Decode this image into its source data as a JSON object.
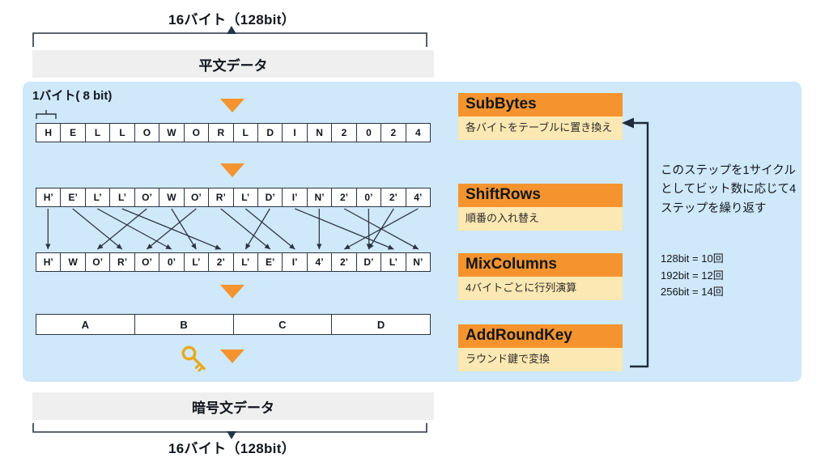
{
  "diagram": {
    "top_caption": "16バイト（128bit）",
    "bottom_caption": "16バイト（128bit）",
    "plaintext_bar_label": "平文データ",
    "ciphertext_bar_label": "暗号文データ",
    "byte_unit_label": "1バイト( 8 bit)",
    "colors": {
      "panel_background": "#cfe8fa",
      "bar_background": "#efefef",
      "step_header": "#f5942e",
      "step_body": "#fce8b2",
      "arrow": "#1d2b3a",
      "key_icon": "#e8a81c",
      "triangle": "#f5942e"
    },
    "rows": {
      "plaintext": [
        "H",
        "E",
        "L",
        "L",
        "O",
        "W",
        "O",
        "R",
        "L",
        "D",
        "I",
        "N",
        "2",
        "0",
        "2",
        "4"
      ],
      "subbytes_output": [
        "H’",
        "E’",
        "L’",
        "L’",
        "O’",
        "W",
        "O’",
        "R’",
        "L’",
        "D’",
        "I’",
        "N’",
        "2’",
        "0’",
        "2’",
        "4’"
      ],
      "shiftrows_output": [
        "H’",
        "W",
        "O’",
        "R’",
        "O’",
        "0’",
        "L’",
        "2’",
        "L’",
        "E’",
        "I’",
        "4’",
        "2’",
        "D’",
        "L’",
        "N’"
      ],
      "mixcolumns_output": [
        "A",
        "B",
        "C",
        "D"
      ]
    },
    "steps": [
      {
        "name": "SubBytes",
        "description": "各バイトをテーブルに置き換え"
      },
      {
        "name": "ShiftRows",
        "description": "順番の入れ替え"
      },
      {
        "name": "MixColumns",
        "description": "4バイトごとに行列演算"
      },
      {
        "name": "AddRoundKey",
        "description": "ラウンド鍵で変換"
      }
    ],
    "loop_note": "このステップを1サイクルとしてビット数に応じて4ステップを繰り返す",
    "round_counts": [
      "128bit = 10回",
      "192bit = 12回",
      "256bit = 14回"
    ],
    "icons": {
      "key": "key-icon",
      "triangle_down": "triangle-down-icon",
      "loop_arrow": "loop-arrow-icon"
    }
  }
}
